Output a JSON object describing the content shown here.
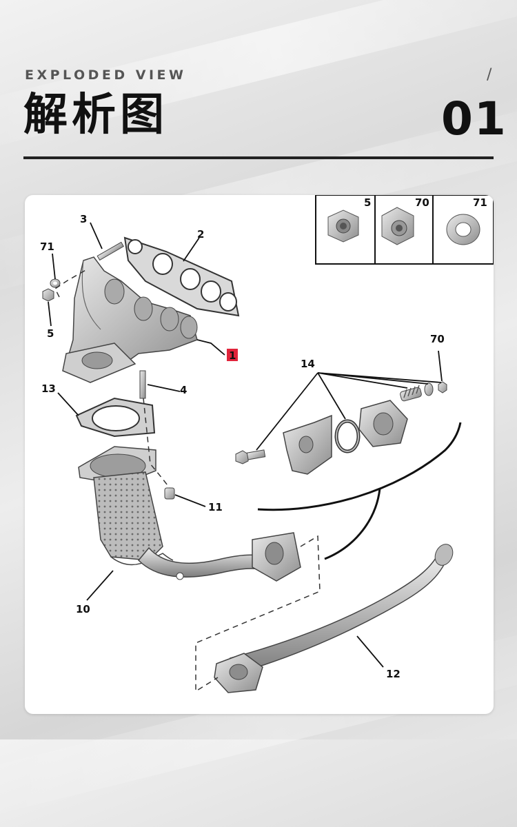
{
  "header": {
    "eyebrow": "EXPLODED VIEW",
    "slash": "/",
    "title": "解析图",
    "page_number": "01"
  },
  "inset": {
    "labels": [
      "5",
      "70",
      "71"
    ]
  },
  "callouts": {
    "c1": "1",
    "c2": "2",
    "c3": "3",
    "c4": "4",
    "c5": "5",
    "c10": "10",
    "c11": "11",
    "c12": "12",
    "c13": "13",
    "c14": "14",
    "c70": "70",
    "c71": "71"
  },
  "colors": {
    "highlight": "#e0233a",
    "metal": "#c9c9c9",
    "ink": "#111111"
  }
}
